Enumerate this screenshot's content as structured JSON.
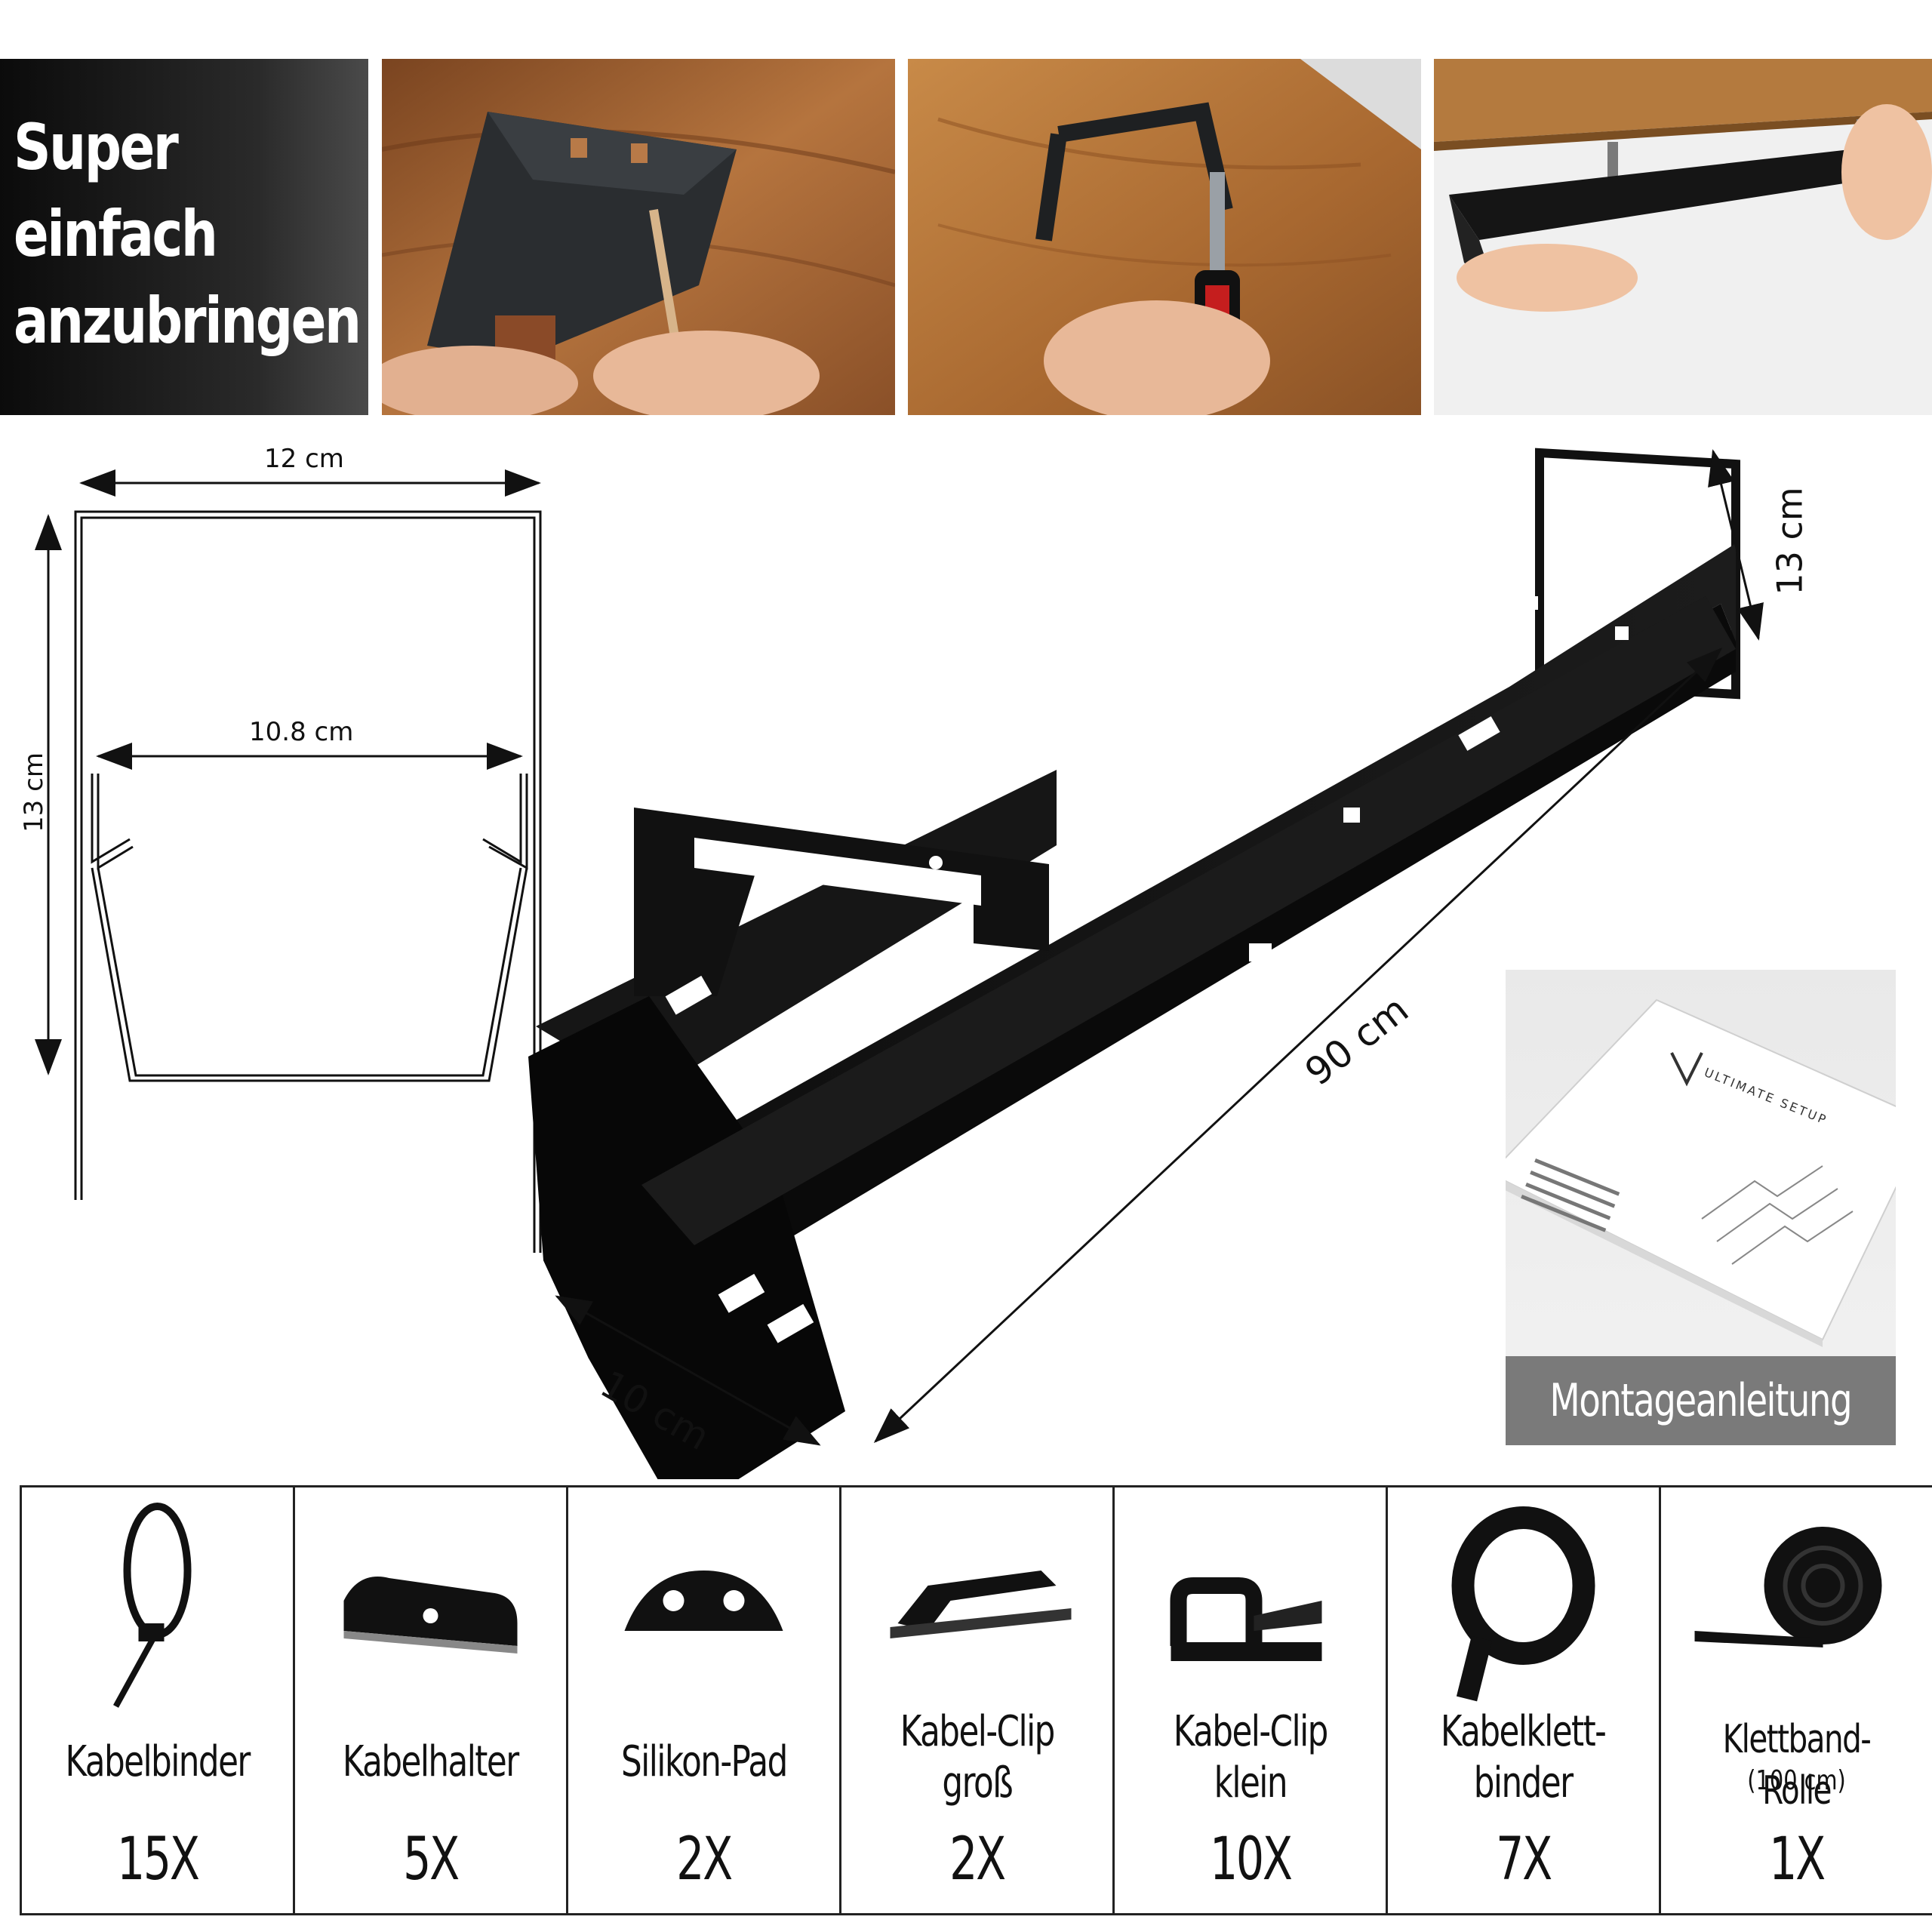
{
  "hero": {
    "lines": [
      "Super",
      "einfach",
      "anzubringen"
    ]
  },
  "dimensions": {
    "profile_width": "12 cm",
    "profile_inner_width": "10.8 cm",
    "profile_height": "13 cm",
    "tray_length": "90 cm",
    "tray_height": "13 cm",
    "tray_depth": "10 cm"
  },
  "manual": {
    "label": "Montageanleitung",
    "brand": "ULTIMATE SETUP"
  },
  "accessories": [
    {
      "name": "Kabelbinder",
      "qty": "15X",
      "icon": "cable-tie-icon"
    },
    {
      "name": "Kabelhalter",
      "qty": "5X",
      "icon": "cable-holder-icon"
    },
    {
      "name": "Silikon-Pad",
      "qty": "2X",
      "icon": "silicone-pad-icon"
    },
    {
      "name": "Kabel-Clip\ngroß",
      "qty": "2X",
      "icon": "cable-clip-large-icon"
    },
    {
      "name": "Kabel-Clip\nklein",
      "qty": "10X",
      "icon": "cable-clip-small-icon"
    },
    {
      "name": "Kabelklett-\nbinder",
      "qty": "7X",
      "icon": "velcro-strap-icon"
    },
    {
      "name": "Klettband-Rolle",
      "sub": "(100 cm)",
      "qty": "1X",
      "icon": "velcro-roll-icon"
    }
  ],
  "colors": {
    "product": "#111111",
    "wood": "#b0703a",
    "banner": "#1a1a1a",
    "label_bg": "#7a7a7a"
  }
}
